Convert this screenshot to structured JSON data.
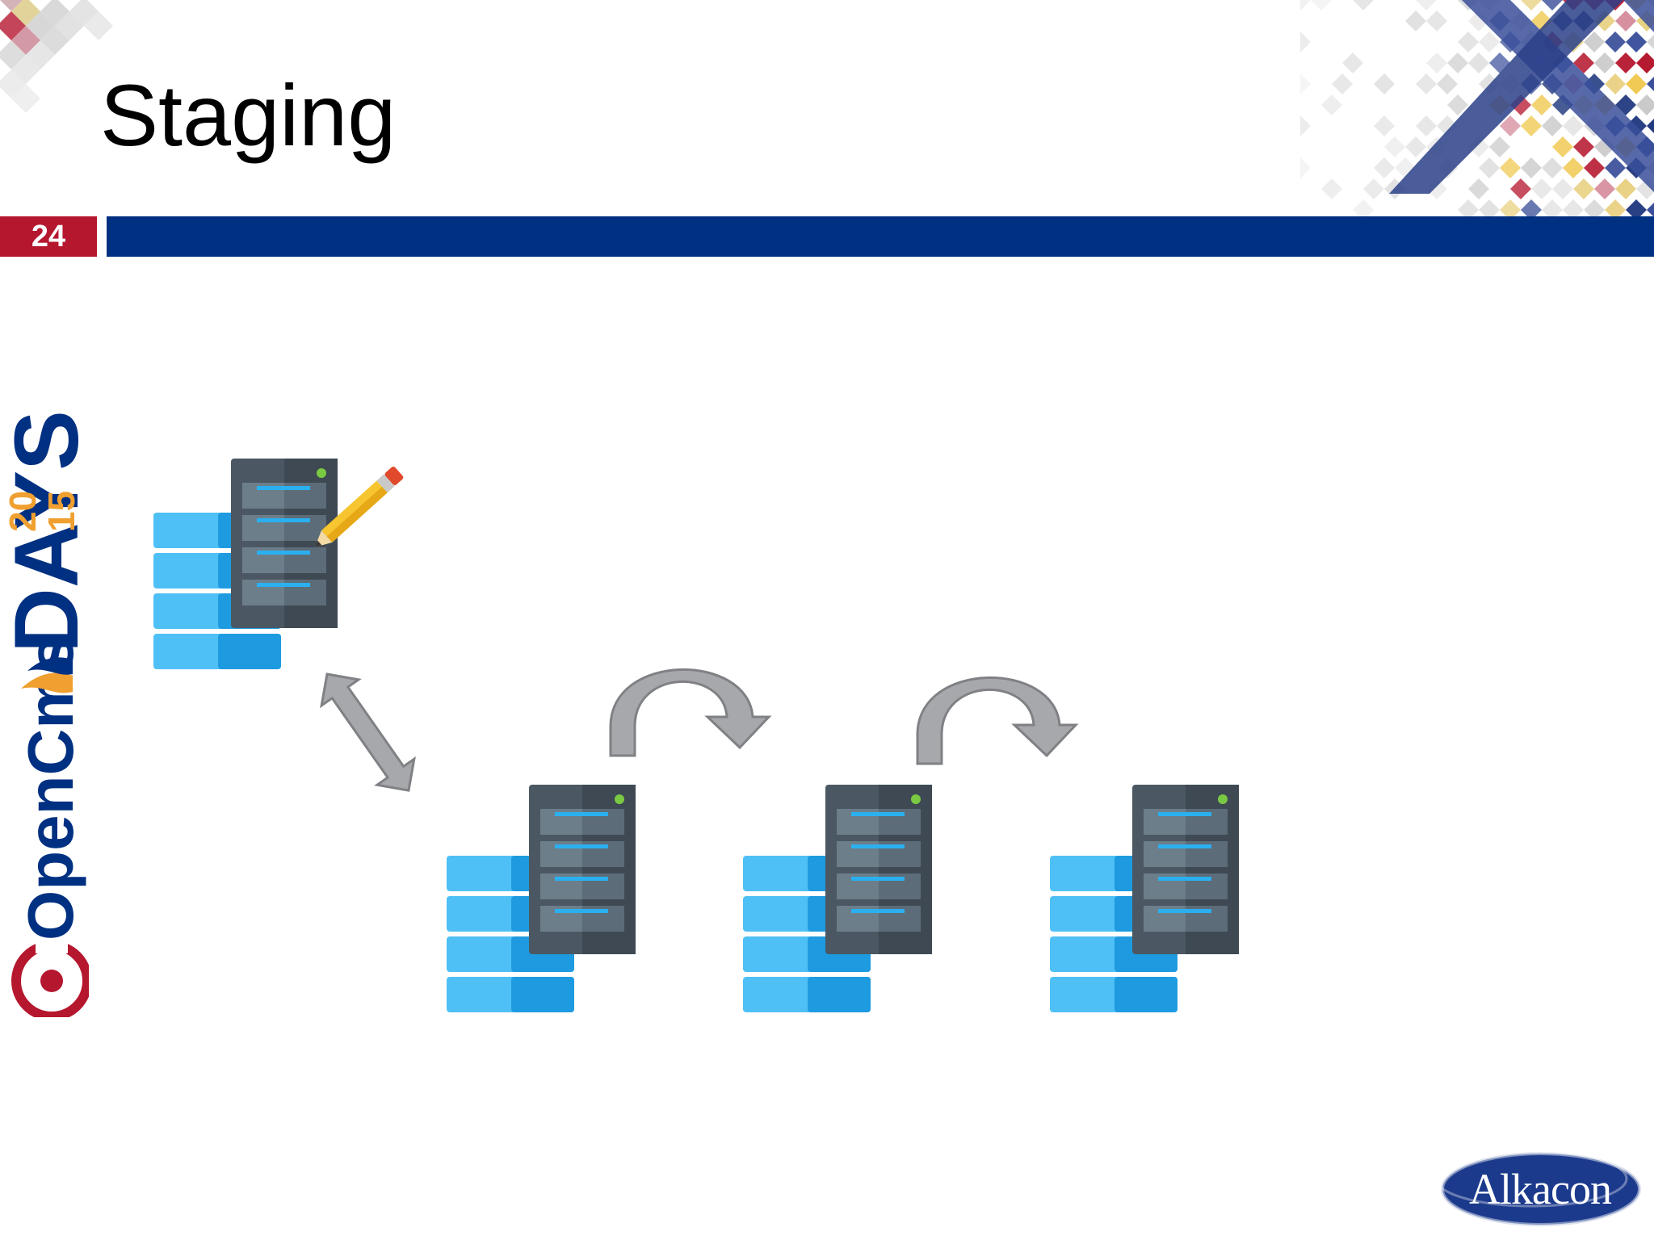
{
  "slide": {
    "title": "Staging",
    "page_number": "24"
  },
  "branding": {
    "event_logo_brand": "OpenCms",
    "event_logo_word": "DAYS",
    "event_logo_year_top": "20",
    "event_logo_year_bottom": "15",
    "company_logo": "Alkacon"
  },
  "diagram": {
    "nodes": [
      {
        "role": "authoring",
        "icon": "server-database-edit-icon"
      },
      {
        "role": "stage-1",
        "icon": "server-database-icon"
      },
      {
        "role": "stage-2",
        "icon": "server-database-icon"
      },
      {
        "role": "stage-3",
        "icon": "server-database-icon"
      }
    ],
    "connectors": [
      {
        "type": "bidirectional",
        "icon": "double-arrow-icon"
      },
      {
        "type": "curved-forward",
        "icon": "curved-arrow-icon"
      },
      {
        "type": "curved-forward",
        "icon": "curved-arrow-icon"
      }
    ]
  },
  "colors": {
    "header_bar": "#003082",
    "page_badge": "#b5172f",
    "db_light": "#4fc0f5",
    "db_dark": "#1e9be0",
    "server_dark": "#4b5863",
    "server_mid": "#6d7e8b",
    "server_line": "#2ab0f0",
    "server_led": "#7ac943",
    "arrow_gray": "#a6a8ab",
    "logo_red": "#b5172f",
    "logo_blue": "#003082",
    "logo_orange": "#f0a030",
    "alkacon_blue": "#1c3a8c"
  }
}
